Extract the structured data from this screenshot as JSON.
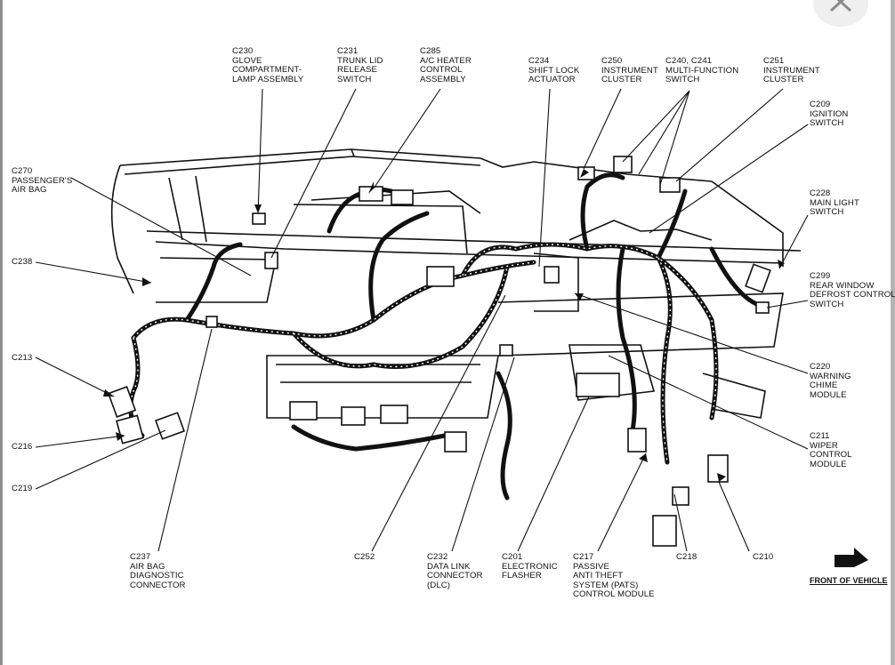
{
  "window": {
    "close_icon": "close-x-icon"
  },
  "callouts": [
    {
      "id": "c230",
      "text": "C230\nGLOVE\nCOMPARTMENT-\nLAMP ASSEMBLY"
    },
    {
      "id": "c231",
      "text": "C231\nTRUNK LID\nRELEASE\nSWITCH"
    },
    {
      "id": "c285",
      "text": "C285\nA/C HEATER\nCONTROL\nASSEMBLY"
    },
    {
      "id": "c234",
      "text": "C234\nSHIFT LOCK\nACTUATOR"
    },
    {
      "id": "c250",
      "text": "C250\nINSTRUMENT\nCLUSTER"
    },
    {
      "id": "c240",
      "text": "C240, C241\nMULTI-FUNCTION\nSWITCH"
    },
    {
      "id": "c251",
      "text": "C251\nINSTRUMENT\nCLUSTER"
    },
    {
      "id": "c209",
      "text": "C209\nIGNITION\nSWITCH"
    },
    {
      "id": "c270",
      "text": "C270\nPASSENGER'S\nAIR BAG"
    },
    {
      "id": "c228",
      "text": "C228\nMAIN LIGHT\nSWITCH"
    },
    {
      "id": "c238",
      "text": "C238"
    },
    {
      "id": "c299",
      "text": "C299\nREAR WINDOW\nDEFROST CONTROL\nSWITCH"
    },
    {
      "id": "c213",
      "text": "C213"
    },
    {
      "id": "c220",
      "text": "C220\nWARNING\nCHIME\nMODULE"
    },
    {
      "id": "c216",
      "text": "C216"
    },
    {
      "id": "c211",
      "text": "C211\nWIPER\nCONTROL\nMODULE"
    },
    {
      "id": "c219",
      "text": "C219"
    },
    {
      "id": "c237",
      "text": "C237\nAIR BAG\nDIAGNOSTIC\nCONNECTOR"
    },
    {
      "id": "c252",
      "text": "C252"
    },
    {
      "id": "c232",
      "text": "C232\nDATA LINK\nCONNECTOR\n(DLC)"
    },
    {
      "id": "c201",
      "text": "C201\nELECTRONIC\nFLASHER"
    },
    {
      "id": "c217",
      "text": "C217\nPASSIVE\nANTI THEFT\nSYSTEM (PATS)\nCONTROL MODULE"
    },
    {
      "id": "c218",
      "text": "C218"
    },
    {
      "id": "c210",
      "text": "C210"
    }
  ],
  "front_of_vehicle": "FRONT OF VEHICLE",
  "colors": {
    "line": "#111111",
    "frame": "#8f8f8f"
  }
}
